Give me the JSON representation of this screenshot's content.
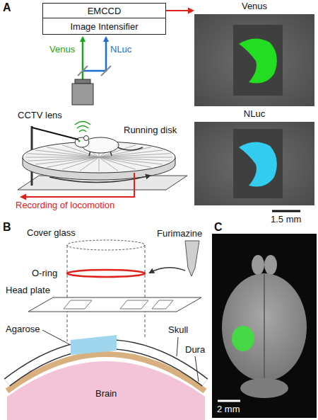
{
  "diagram": {
    "nodes": [
      {
        "text": [
          "EMCCD"
        ]
      },
      {
        "text": [
          "Image Intensifier"
        ]
      },
      {
        "text": [
          "Venus"
        ]
      },
      {
        "text": [
          "NLuc"
        ]
      }
    ],
    "edges": [
      {
        "from": 0,
        "to": 2,
        "arrow": "to"
      }
    ],
    "labels": [
      "A",
      "Venus",
      "NLuc",
      "CCTV lens",
      "Running disk",
      "Recording of locomotion",
      "1.5 mm",
      "B",
      "Cover glass",
      "Furimazine",
      "O-ring",
      "Head plate",
      "Agarose",
      "Skull",
      "Dura",
      "Brain",
      "C",
      "2 mm"
    ]
  }
}
